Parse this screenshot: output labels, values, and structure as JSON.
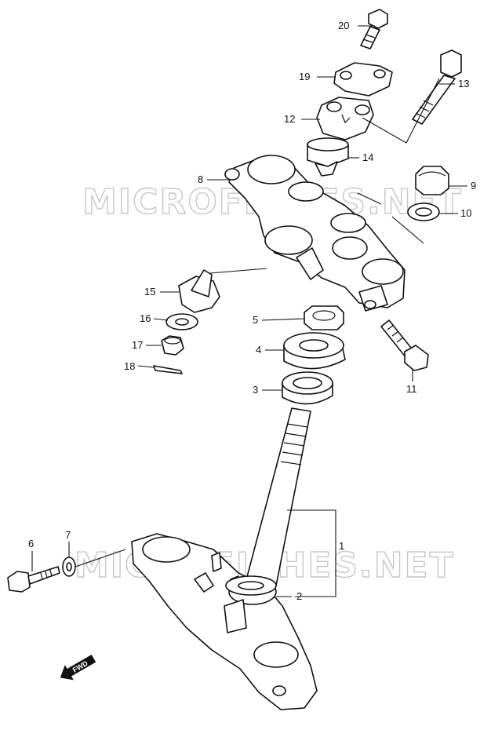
{
  "watermark": {
    "text": "MICROFICHES.NET",
    "color": "#c8c8c8"
  },
  "direction_badge": {
    "label": "FWD"
  },
  "callouts": {
    "p1": "1",
    "p2": "2",
    "p3": "3",
    "p4": "4",
    "p5": "5",
    "p6": "6",
    "p7": "7",
    "p8": "8",
    "p9": "9",
    "p10": "10",
    "p11": "11",
    "p12": "12",
    "p13": "13",
    "p14": "14",
    "p15": "15",
    "p16": "16",
    "p17": "17",
    "p18": "18",
    "p19": "19",
    "p20": "20"
  },
  "colors": {
    "line": "#111111",
    "background": "#ffffff"
  }
}
